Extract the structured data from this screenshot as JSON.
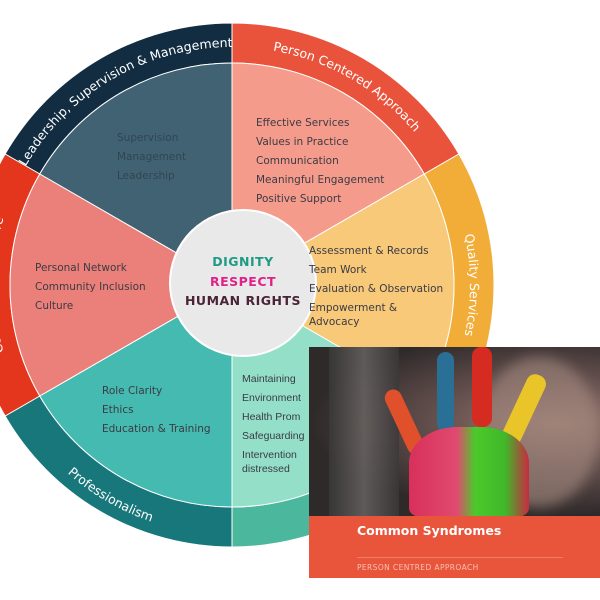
{
  "hub": {
    "line1": "DIGNITY",
    "line2": "RESPECT",
    "line3": "HUMAN RIGHTS",
    "colors": {
      "line1": "#1f9a85",
      "line2": "#e0218a",
      "line3": "#4a2336",
      "fill": "#e9e9e9"
    }
  },
  "segments": [
    {
      "title": "Leadership, Supervision & Management",
      "outer": "#122d42",
      "inner": "#416272",
      "items": [
        "Supervision",
        "Management",
        "Leadership"
      ]
    },
    {
      "title": "Person Centered Approach",
      "outer": "#e9533c",
      "inner": "#f59b8b",
      "items": [
        "Effective Services",
        "Values in Practice",
        "Communication",
        "Meaningful Engagement",
        "Positive Support"
      ]
    },
    {
      "title": "Quality Services",
      "outer": "#f2ad39",
      "inner": "#f7c978",
      "items": [
        "Assessment & Records",
        "Team Work",
        "Evaluation & Observation",
        "Empowerment &",
        "Advocacy"
      ]
    },
    {
      "title": "",
      "outer": "#4bb89e",
      "inner": "#93dfc8",
      "items": [
        "Maintaining",
        "Environment",
        "Health Prom",
        "Safeguarding",
        "Intervention",
        "distressed"
      ]
    },
    {
      "title": "Professionalism",
      "outer": "#17777a",
      "inner": "#45bab1",
      "items": [
        "Role Clarity",
        "Ethics",
        "Education & Training"
      ]
    },
    {
      "title": "Community & Culture",
      "outer": "#e4361c",
      "inner": "#ea8079",
      "items": [
        "Personal Network",
        "Community Inclusion",
        "Culture"
      ]
    }
  ],
  "card": {
    "title": "Common Syndromes",
    "subtitle": "PERSON CENTRED APPROACH",
    "color": "#e9553a"
  }
}
